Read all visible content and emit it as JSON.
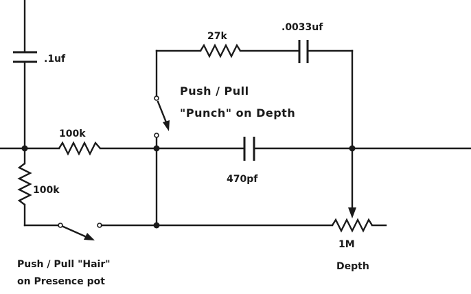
{
  "components": {
    "c1": "0.1uf",
    "c1_label": ".1uf",
    "r1_label": "100k",
    "r2_label": "100k",
    "r3_label": "27k",
    "c2_label": ".0033uf",
    "c3_label": "470pf",
    "pot_label": "1M",
    "pot_name": "Depth"
  },
  "switches": {
    "punch_line1": "Push / Pull",
    "punch_line2": "\"Punch\" on Depth",
    "hair_line1": "Push / Pull \"Hair\"",
    "hair_line2": "on Presence pot"
  }
}
